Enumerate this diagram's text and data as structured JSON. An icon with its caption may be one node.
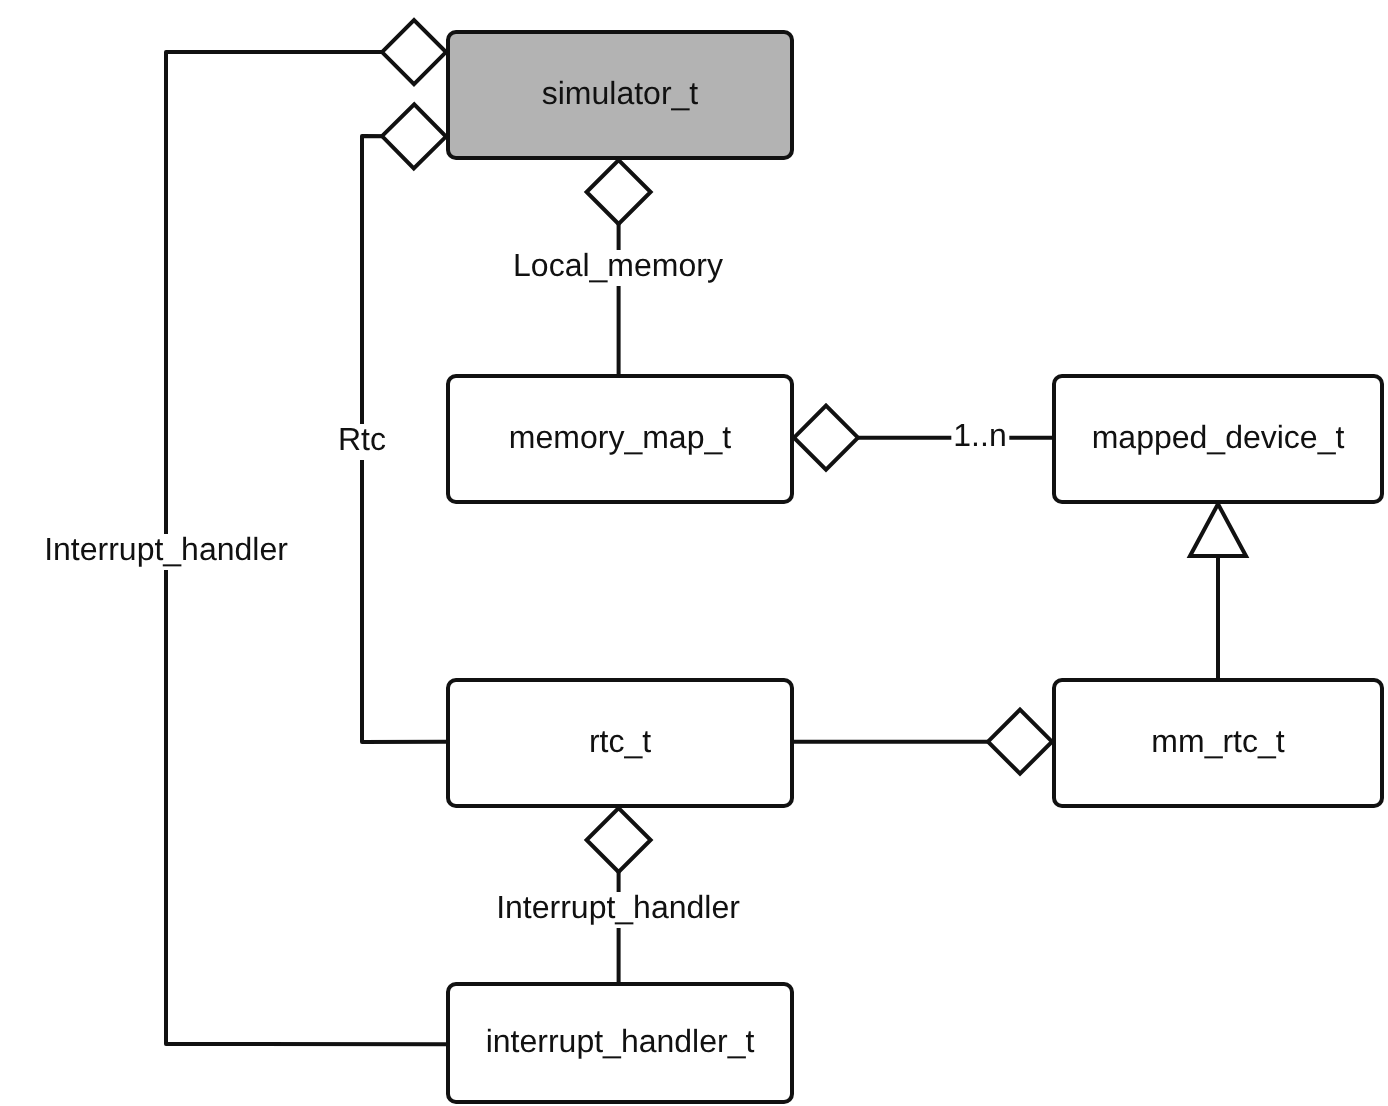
{
  "diagram": {
    "nodes": [
      {
        "text": [
          "simulator_t"
        ]
      },
      {
        "text": [
          "memory_map_t"
        ]
      },
      {
        "text": [
          "mapped_device_t"
        ]
      },
      {
        "text": [
          "rtc_t"
        ]
      },
      {
        "text": [
          "mm_rtc_t"
        ]
      },
      {
        "text": [
          "interrupt_handler_t"
        ]
      }
    ],
    "edges": [
      {
        "from": 1,
        "to": 0,
        "arrow": "other",
        "label": "Local_memory"
      },
      {
        "from": 3,
        "to": 0,
        "arrow": "other",
        "label": "Rtc"
      },
      {
        "from": 5,
        "to": 0,
        "arrow": "other",
        "label": "Interrupt_handler"
      },
      {
        "from": 2,
        "to": 1,
        "arrow": "other",
        "label": "1..n"
      },
      {
        "from": 4,
        "to": 2,
        "arrow": "to"
      },
      {
        "from": 3,
        "to": 4,
        "arrow": "other"
      },
      {
        "from": 5,
        "to": 3,
        "arrow": "other",
        "label": "Interrupt_handler"
      }
    ]
  }
}
